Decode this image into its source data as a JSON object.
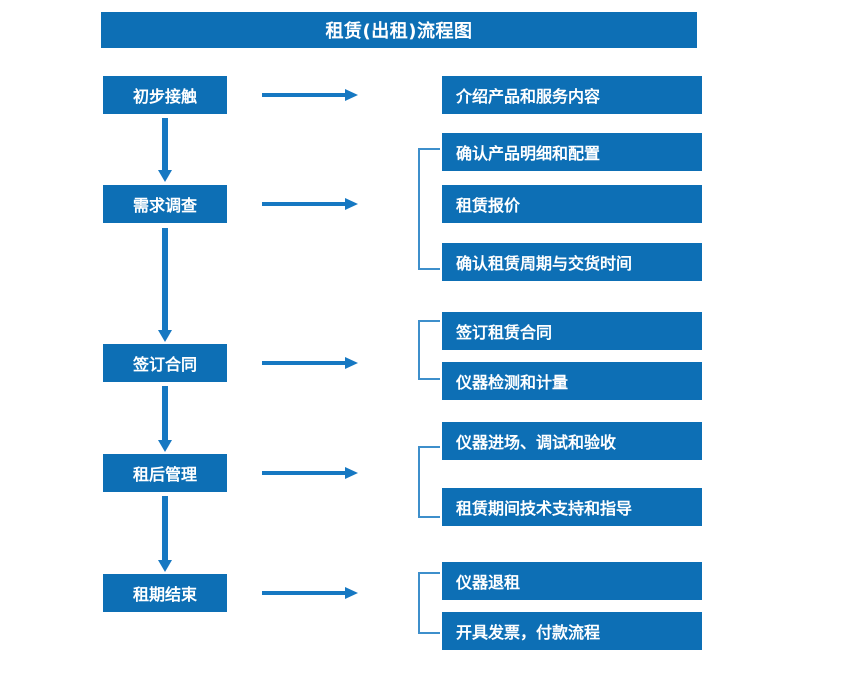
{
  "title": "租赁(出租)流程图",
  "colors": {
    "box_fill": "#0d6fb5",
    "box_text": "#ffffff",
    "arrow": "#1678c2",
    "bracket": "#3e8fcb",
    "background": "#ffffff"
  },
  "stages": [
    {
      "label": "初步接触"
    },
    {
      "label": "需求调查"
    },
    {
      "label": "签订合同"
    },
    {
      "label": "租后管理"
    },
    {
      "label": "租期结束"
    }
  ],
  "details": [
    {
      "label": "介绍产品和服务内容"
    },
    {
      "label": "确认产品明细和配置"
    },
    {
      "label": "租赁报价"
    },
    {
      "label": "确认租赁周期与交货时间"
    },
    {
      "label": "签订租赁合同"
    },
    {
      "label": "仪器检测和计量"
    },
    {
      "label": "仪器进场、调试和验收"
    },
    {
      "label": "租赁期间技术支持和指导"
    },
    {
      "label": "仪器退租"
    },
    {
      "label": "开具发票，付款流程"
    }
  ],
  "flow": {
    "chart_type": "flowchart",
    "groups": [
      {
        "stage": "初步接触",
        "details": [
          "介绍产品和服务内容"
        ]
      },
      {
        "stage": "需求调查",
        "details": [
          "确认产品明细和配置",
          "租赁报价",
          "确认租赁周期与交货时间"
        ]
      },
      {
        "stage": "签订合同",
        "details": [
          "签订租赁合同",
          "仪器检测和计量"
        ]
      },
      {
        "stage": "租后管理",
        "details": [
          "仪器进场、调试和验收",
          "租赁期间技术支持和指导"
        ]
      },
      {
        "stage": "租期结束",
        "details": [
          "仪器退租",
          "开具发票，付款流程"
        ]
      }
    ]
  }
}
